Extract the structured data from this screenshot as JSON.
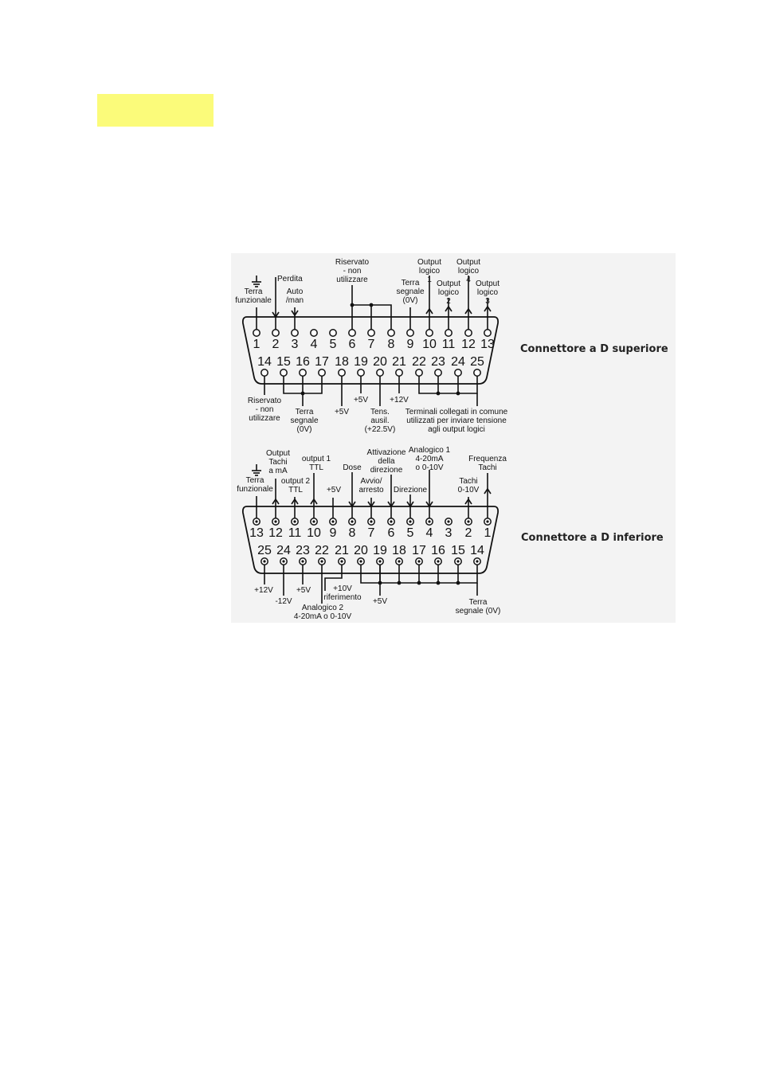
{
  "colors": {
    "highlight": "#fbfb7a",
    "figure_bg": "#f3f3f3",
    "ink": "#111111"
  },
  "upper": {
    "title": "Connettore a D superiore",
    "top_pins": [
      "1",
      "2",
      "3",
      "4",
      "5",
      "6",
      "7",
      "8",
      "9",
      "10",
      "11",
      "12",
      "13"
    ],
    "bottom_pins": [
      "14",
      "15",
      "16",
      "17",
      "18",
      "19",
      "20",
      "21",
      "22",
      "23",
      "24",
      "25"
    ],
    "labels": {
      "earth_func": [
        "Terra",
        "funzionale"
      ],
      "perdita": "Perdita",
      "auto_man": [
        "Auto",
        "/man"
      ],
      "riservato": [
        "Riservato",
        "- non",
        "utilizzare"
      ],
      "terra_segnale": [
        "Terra",
        "segnale",
        "(0V)"
      ],
      "out1": [
        "Output",
        "logico",
        "1"
      ],
      "out2": [
        "Output",
        "logico",
        "2"
      ],
      "out4": [
        "Output",
        "logico",
        "4"
      ],
      "out3": [
        "Output",
        "logico",
        "3"
      ],
      "riservato_b": [
        "Riservato",
        "- non",
        "utilizzare"
      ],
      "terra_segnale_b": [
        "Terra",
        "segnale",
        "(0V)"
      ],
      "p5v": "+5V",
      "p5v_b": "+5V",
      "tens": [
        "Tens.",
        "ausil.",
        "(+22.5V)"
      ],
      "p12v": "+12V",
      "terminali": [
        "Terminali collegati in comune",
        "utilizzati per inviare tensione",
        "agli output logici"
      ]
    }
  },
  "lower": {
    "title": "Connettore a D inferiore",
    "top_pins": [
      "13",
      "12",
      "11",
      "10",
      "9",
      "8",
      "7",
      "6",
      "5",
      "4",
      "3",
      "2",
      "1"
    ],
    "bottom_pins": [
      "25",
      "24",
      "23",
      "22",
      "21",
      "20",
      "19",
      "18",
      "17",
      "16",
      "15",
      "14"
    ],
    "labels": {
      "earth_func": [
        "Terra",
        "funzionale"
      ],
      "out_tachi": [
        "Output",
        "Tachi",
        "a mA"
      ],
      "out2_ttl": [
        "output 2",
        "TTL"
      ],
      "out1_ttl": [
        "output 1",
        "TTL"
      ],
      "p5v": "+5V",
      "dose": "Dose",
      "avvio": [
        "Avvio/",
        "arresto"
      ],
      "attivazione": [
        "Attivazione",
        "della",
        "direzione"
      ],
      "direzione": "Direzione",
      "analogico1": [
        "Analogico 1",
        "4-20mA",
        "o 0-10V"
      ],
      "tachi": [
        "Tachi",
        "0-10V"
      ],
      "frequenza": [
        "Frequenza",
        "Tachi"
      ],
      "p12v": "+12V",
      "m12v": "-12V",
      "p5v_b": "+5V",
      "p10v": [
        "+10V",
        "riferimento"
      ],
      "analogico2": [
        "Analogico 2",
        "4-20mA o 0-10V"
      ],
      "p5v_c": "+5V",
      "terra_segnale": [
        "Terra",
        "segnale (0V)"
      ]
    }
  }
}
